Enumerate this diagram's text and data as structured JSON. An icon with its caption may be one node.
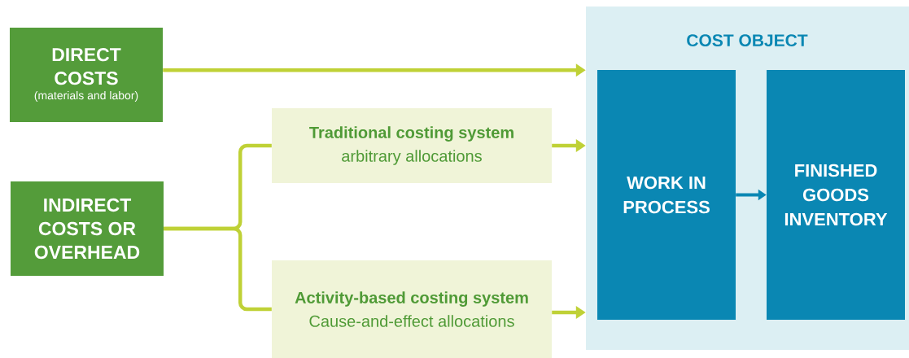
{
  "diagram": {
    "nodes": [
      {
        "text": [
          "DIRECT COSTS",
          "(materials and labor)"
        ]
      },
      {
        "text": [
          "INDIRECT COSTS OR OVERHEAD"
        ]
      },
      {
        "text": [
          "Traditional costing system",
          "arbitrary allocations"
        ]
      },
      {
        "text": [
          "Activity-based costing system",
          "Cause-and-effect allocations"
        ]
      },
      {
        "text": [
          "COST OBJECT"
        ]
      },
      {
        "text": [
          "WORK IN PROCESS"
        ],
        "in": 4
      },
      {
        "text": [
          "FINISHED GOODS INVENTORY"
        ],
        "in": 4
      }
    ],
    "edges": [
      {
        "from": 0,
        "to": 4,
        "arrow": "to"
      },
      {
        "from": 1,
        "to": 2,
        "arrow": "none"
      },
      {
        "from": 1,
        "to": 3,
        "arrow": "none"
      },
      {
        "from": 2,
        "to": 4,
        "arrow": "to"
      },
      {
        "from": 3,
        "to": 4,
        "arrow": "to"
      },
      {
        "from": 5,
        "to": 6,
        "arrow": "to",
        "color": "#0a87b3"
      }
    ]
  }
}
